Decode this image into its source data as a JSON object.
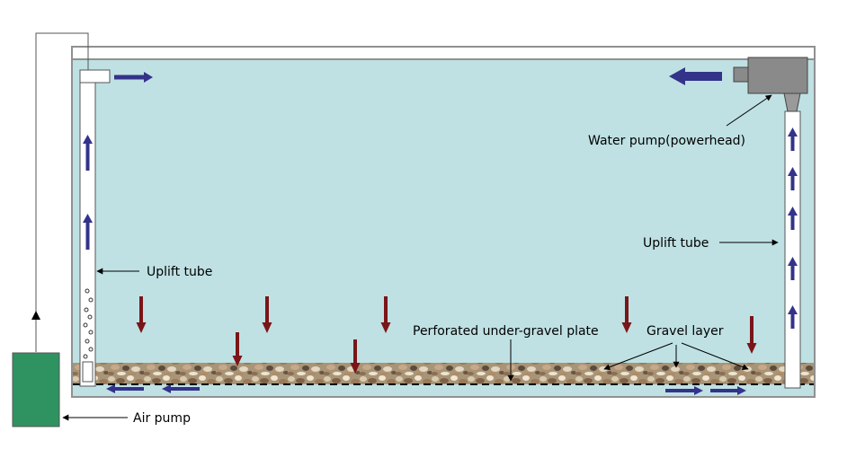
{
  "labels": {
    "uplift_left": "Uplift tube",
    "uplift_right": "Uplift tube",
    "water_pump": "Water pump(powerhead)",
    "perforated_plate": "Perforated under-gravel plate",
    "gravel_layer": "Gravel layer",
    "air_pump": "Air pump"
  },
  "colors": {
    "water": "#bfe1e3",
    "tank_frame": "#909090",
    "flow_arrow": "#33338a",
    "down_arrow": "#7a1518",
    "air_pump": "#2f9261",
    "powerhead": "#8a8a8a"
  }
}
